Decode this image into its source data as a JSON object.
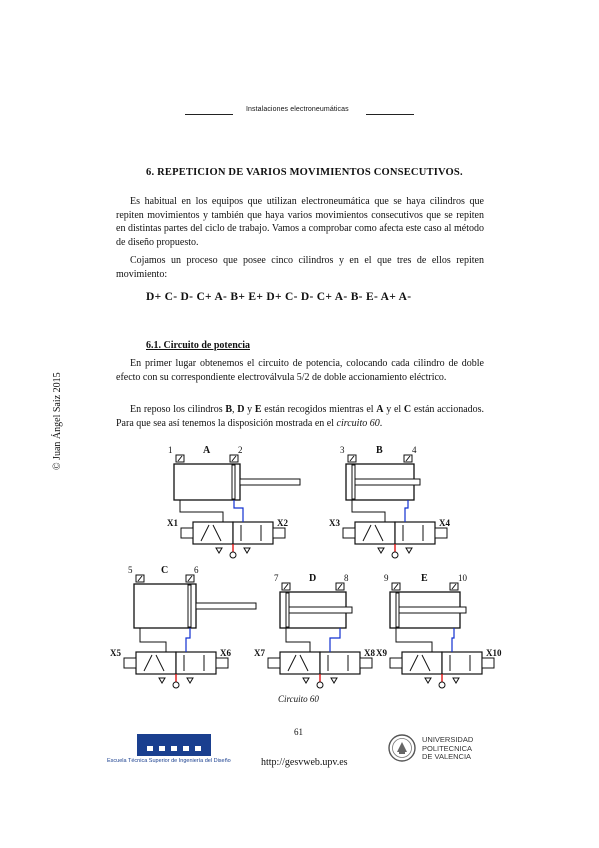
{
  "header": {
    "title": "Instalaciones electroneumáticas"
  },
  "sidebar": {
    "copyright": "© Juan Ángel Saiz 2015"
  },
  "section": {
    "title": "6. REPETICION DE VARIOS MOVIMIENTOS CONSECUTIVOS.",
    "para1": "Es habitual en los equipos que utilizan electroneumática que se haya cilindros que repiten movimientos y también que haya varios movimientos consecutivos que se repiten en distintas partes del ciclo de trabajo. Vamos a comprobar como afecta este caso al método de diseño propuesto.",
    "para2": "Cojamos un proceso que posee cinco cilindros y en el que tres de ellos repiten movimiento:",
    "sequence": "D+ C- D- C+ A- B+ E+ D+ C- D- C+ A- B- E- A+ A-"
  },
  "subsection": {
    "title": "6.1. Circuito de potencia",
    "para1": "En primer lugar obtenemos el circuito de potencia, colocando cada cilindro de doble efecto con su correspondiente electroválvula 5/2 de doble accionamiento eléctrico.",
    "para2_a": "En reposo los cilindros ",
    "para2_b": "B",
    "para2_c": ", ",
    "para2_d": "D",
    "para2_e": " y ",
    "para2_f": "E",
    "para2_g": " están recogidos mientras el ",
    "para2_h": "A",
    "para2_i": " y el ",
    "para2_j": "C",
    "para2_k": " están accionados. Para que sea así tenemos la disposición mostrada en el ",
    "para2_l": "circuito 60",
    "para2_m": "."
  },
  "diagram": {
    "cylinders": [
      {
        "name": "A",
        "s1": "1",
        "s2": "2",
        "c1": "X1",
        "c2": "X2",
        "extended": 1
      },
      {
        "name": "B",
        "s1": "3",
        "s2": "4",
        "c1": "X3",
        "c2": "X4",
        "extended": 0
      },
      {
        "name": "C",
        "s1": "5",
        "s2": "6",
        "c1": "X5",
        "c2": "X6",
        "extended": 1
      },
      {
        "name": "D",
        "s1": "7",
        "s2": "8",
        "c1": "X7",
        "c2": "X8",
        "extended": 0
      },
      {
        "name": "E",
        "s1": "9",
        "s2": "10",
        "c1": "X9",
        "c2": "X10",
        "extended": 0
      }
    ],
    "colors": {
      "pressure": "#e01010",
      "line_a": "#1030d0",
      "outline": "#111111"
    },
    "caption": "Circuito 60"
  },
  "footer": {
    "page": "61",
    "url": "http://gesvweb.upv.es",
    "school": "Escuela Técnica Superior de Ingeniería del Diseño",
    "university": [
      "UNIVERSIDAD",
      "POLITECNICA",
      "DE VALENCIA"
    ]
  }
}
